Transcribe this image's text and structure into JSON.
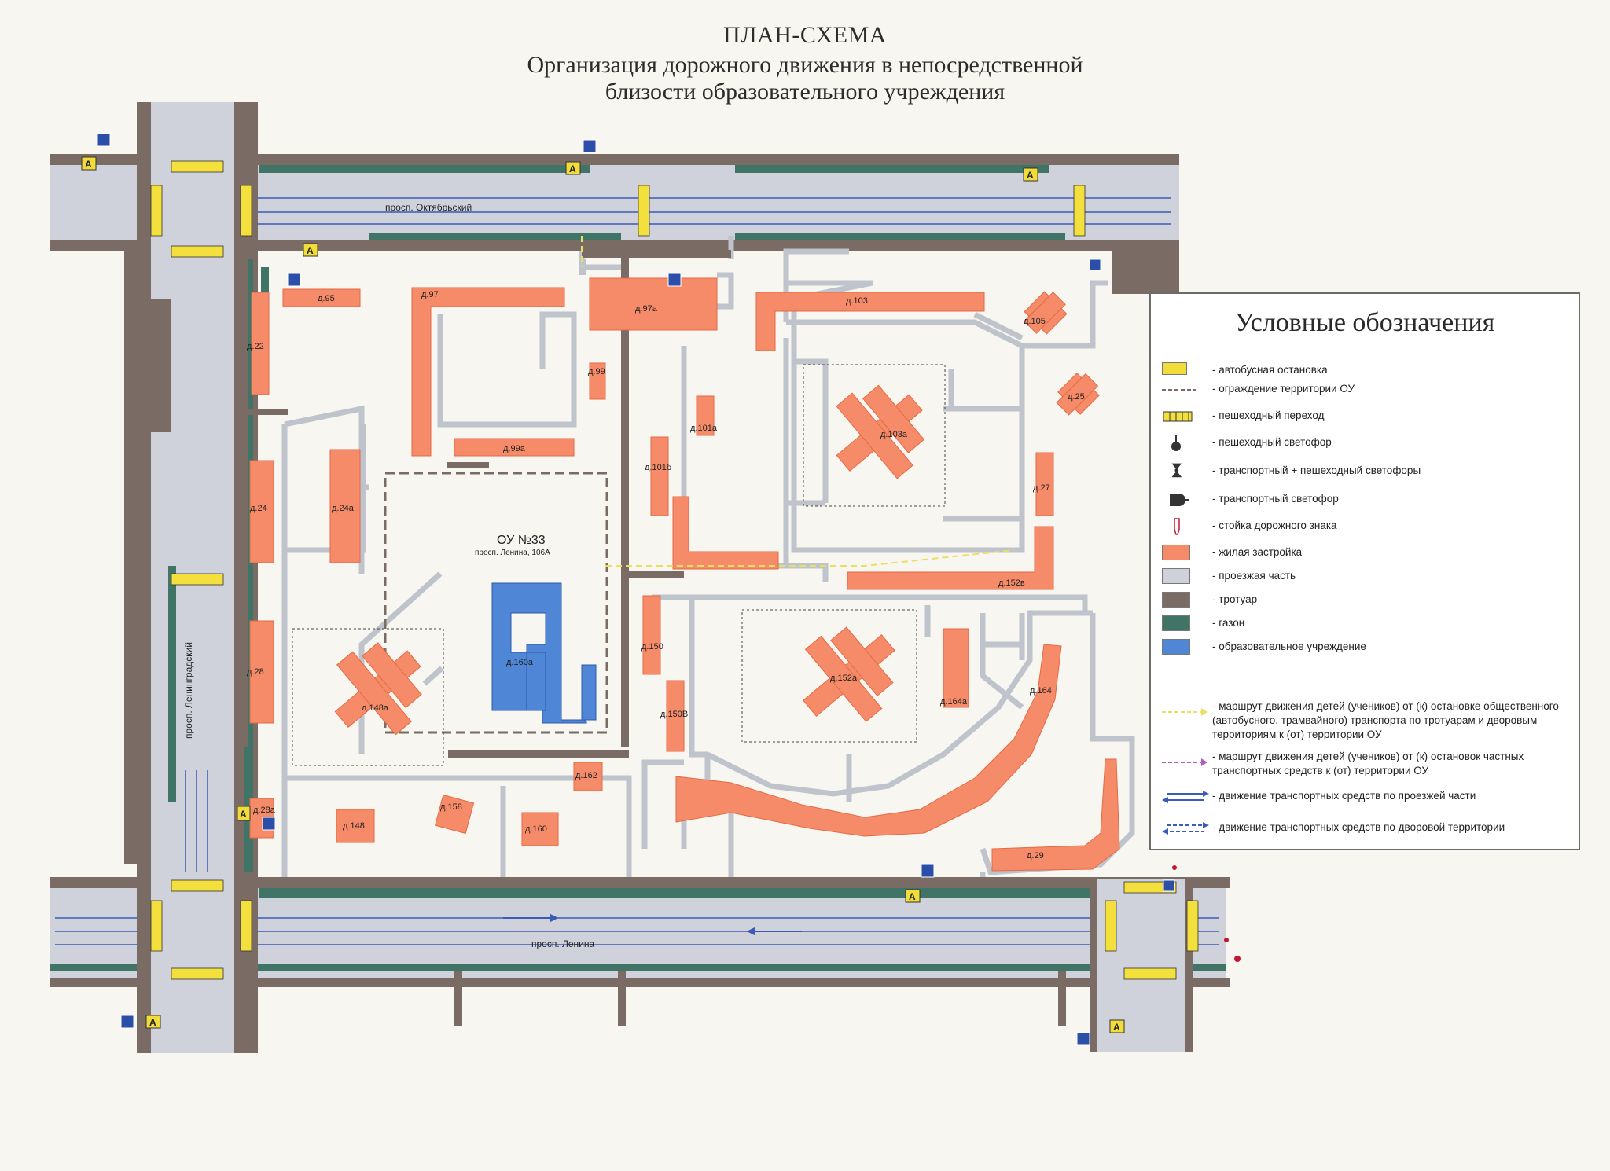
{
  "title": {
    "line1": "ПЛАН-СХЕМА",
    "line2": "Организация дорожного движения в непосредственной",
    "line3": "близости образовательного учреждения"
  },
  "streets": {
    "oktyabrsky": "просп. Октябрьский",
    "lenina": "просп. Ленина",
    "leningradsky": "просп. Ленинградский"
  },
  "school": {
    "name": "ОУ №33",
    "address": "просп. Ленина, 106А",
    "building": "д.160а"
  },
  "buildings": {
    "b95": "д.95",
    "b97": "д.97",
    "b97a": "д.97а",
    "b99": "д.99",
    "b99a": "д.99а",
    "b103": "д.103",
    "b105": "д.105",
    "b25": "д.25",
    "b101a": "д.101а",
    "b101b": "д.101б",
    "b103a": "д.103а",
    "b27": "д.27",
    "b152v": "д.152в",
    "b22": "д.22",
    "b24": "д.24",
    "b24a": "д.24а",
    "b28": "д.28",
    "b148a": "д.148а",
    "b150": "д.150",
    "b150v": "д.150В",
    "b152a": "д.152а",
    "b164a": "д.164а",
    "b164": "д.164",
    "b162": "д.162",
    "b158": "д.158",
    "b148": "д.148",
    "b160": "д.160",
    "b28a": "д.28а",
    "b29": "д.29"
  },
  "bus_stop_letter": "А",
  "legend": {
    "title": "Условные обозначения",
    "items": [
      {
        "key": "bus_stop",
        "label": "- автобусная остановка"
      },
      {
        "key": "fence",
        "label": "- ограждение территории ОУ"
      },
      {
        "key": "crossing",
        "label": "- пешеходный переход"
      },
      {
        "key": "ped_light",
        "label": "- пешеходный светофор"
      },
      {
        "key": "traffic_ped_lights",
        "label": "- транспортный + пешеходный светофоры"
      },
      {
        "key": "traffic_light",
        "label": "- транспортный  светофор"
      },
      {
        "key": "sign_post",
        "label": "- стойка дорожного знака"
      },
      {
        "key": "residential",
        "label": "- жилая застройка"
      },
      {
        "key": "roadway",
        "label": "- проезжая часть"
      },
      {
        "key": "sidewalk",
        "label": "- тротуар"
      },
      {
        "key": "lawn",
        "label": "- газон"
      },
      {
        "key": "school",
        "label": "- образовательное учреждение"
      },
      {
        "key": "route_public",
        "label": "- маршрут движения детей (учеников) от (к) остановке общественного (автобусного, трамвайного) транспорта по тротуарам и дворовым территориям к (от) территории ОУ"
      },
      {
        "key": "route_private",
        "label": "- маршрут движения детей (учеников) от (к) остановок частных транспортных средств к (от) территории ОУ"
      },
      {
        "key": "traffic_road",
        "label": "- движение транспортных средств по проезжей части"
      },
      {
        "key": "traffic_yard",
        "label": "- движение транспортных средств по дворовой территории"
      }
    ]
  },
  "colors": {
    "residential": "#f58b68",
    "roadway": "#cfd2da",
    "sidewalk": "#7a6c64",
    "lawn": "#3f7466",
    "school": "#4f86d6",
    "bus_stop": "#f2dc3a",
    "route_public": "#e8e060",
    "route_private": "#b060c0",
    "traffic_arrow": "#3a5bb8"
  }
}
